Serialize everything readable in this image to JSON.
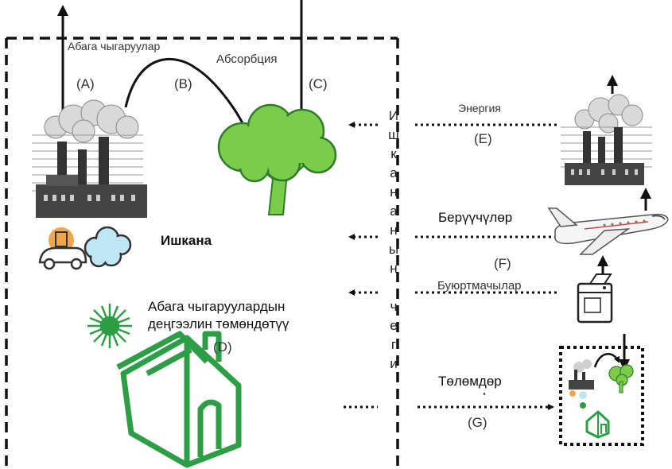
{
  "labels": {
    "emissions": "Абага чыгаруулар",
    "absorption": "Абсорбция",
    "A": "(A)",
    "B": "(B)",
    "C": "(C)",
    "D": "(D)",
    "E": "(E)",
    "F": "(F)",
    "G": "(G)",
    "company": "Ишкана",
    "reduction_line1": "Абага  чыгаруулардын",
    "reduction_line2": "деңгээлин төмөндөтүү",
    "energy": "Энергия",
    "suppliers": "Берүүчүлөр",
    "customers": "Буюртмачылар",
    "payments": "Төлөмдөр",
    "boundary_chars": [
      "И",
      "ш",
      "к",
      "а",
      "н",
      "а",
      "н",
      "ы",
      "н",
      "",
      "ч",
      "е",
      "г",
      "и"
    ]
  },
  "colors": {
    "green": "#2e9e46",
    "tree_green": "#7ccc4b",
    "black": "#111111"
  },
  "icons": [
    "factory-icon",
    "tree-icon",
    "house-icon",
    "sun-icon",
    "car-icon",
    "cloud-icon",
    "airplane-icon",
    "washing-machine-icon"
  ]
}
